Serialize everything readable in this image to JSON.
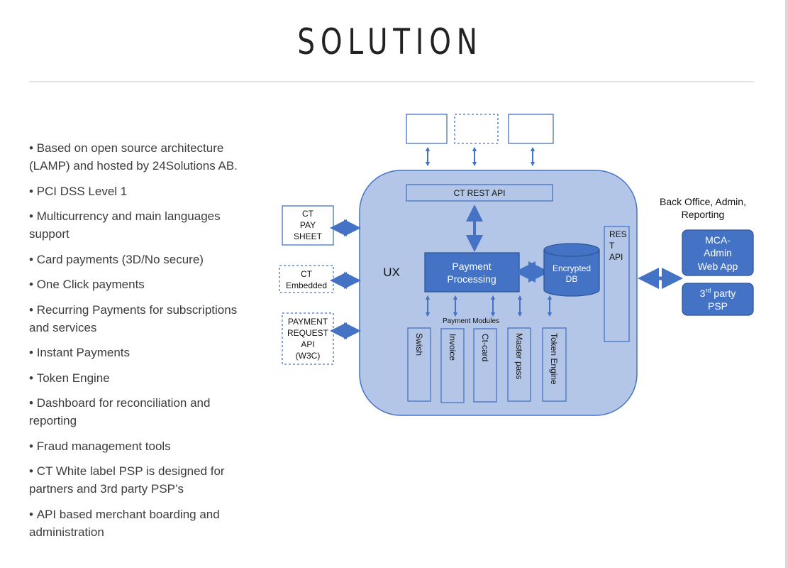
{
  "slide": {
    "title": "SOLUTION",
    "bullets": [
      "Based on open source architecture (LAMP) and hosted by 24Solutions AB.",
      "PCI DSS Level 1",
      "Multicurrency and main languages support",
      "Card payments (3D/No secure)",
      "One Click payments",
      "Recurring Payments for subscriptions and services",
      "Instant Payments",
      "Token Engine",
      "Dashboard for reconciliation and reporting",
      "Fraud management tools",
      "CT White label PSP is designed for partners and 3rd party PSP’s",
      "API based merchant boarding and administration"
    ]
  },
  "diagram": {
    "colors": {
      "container_fill": "#b4c6e7",
      "container_stroke": "#4472c4",
      "node_fill": "#4472c4",
      "outline": "#4472c4",
      "arrow": "#4472c4"
    },
    "ct_rest_api": "CT REST API",
    "ux": "UX",
    "payment_processing": [
      "Payment",
      "Processing"
    ],
    "encrypted_db": [
      "Encrypted",
      "DB"
    ],
    "rest_api": [
      "RES",
      "T",
      "API"
    ],
    "payment_modules_label": "Payment Modules",
    "payment_modules": [
      "Swish",
      "Invoice",
      "Ct-card",
      "Master pass",
      "Token Engine"
    ],
    "ct_pay_sheet": [
      "CT",
      "PAY",
      "SHEET"
    ],
    "ct_embedded": [
      "CT",
      "Embedded"
    ],
    "payment_request_api": [
      "PAYMENT",
      "REQUEST",
      "API",
      "(W3C)"
    ],
    "back_office_title": [
      "Back Office, Admin,",
      "Reporting"
    ],
    "mca_admin": [
      "MCA-",
      "Admin",
      "Web App"
    ],
    "third_party_psp": {
      "num": "3",
      "sup": "rd",
      "rest": " party",
      "line2": "PSP"
    }
  }
}
